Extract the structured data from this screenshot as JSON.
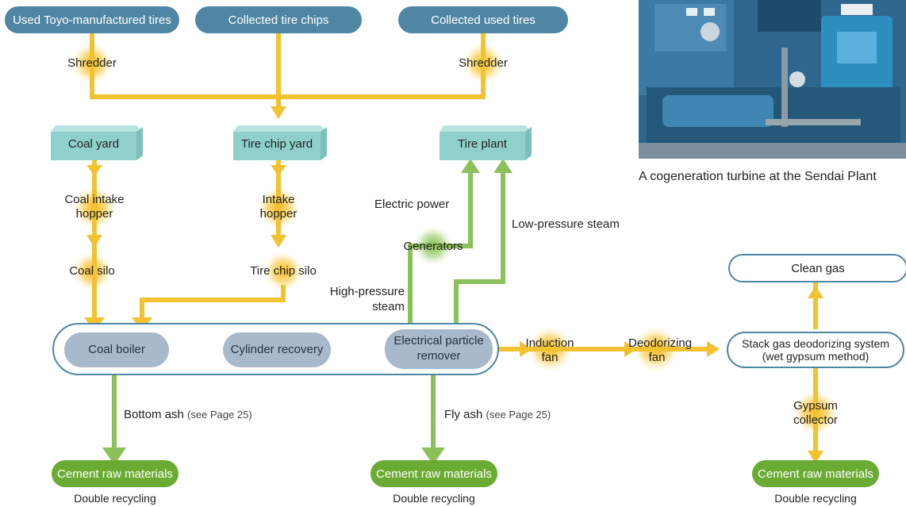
{
  "sources": {
    "used_toyo": "Used Toyo-manufactured tires",
    "collected_chips": "Collected tire chips",
    "collected_used": "Collected used tires"
  },
  "processes": {
    "shredder_left": "Shredder",
    "shredder_right": "Shredder",
    "coal_intake_hopper": "Coal intake hopper",
    "intake_hopper": "Intake hopper",
    "coal_silo": "Coal silo",
    "tire_chip_silo": "Tire chip silo",
    "generators": "Generators",
    "induction_fan": "Induction fan",
    "deodorizing_fan": "Deodorizing fan",
    "gypsum_collector": "Gypsum collector"
  },
  "yards": {
    "coal_yard": "Coal yard",
    "tire_chip_yard": "Tire chip yard",
    "tire_plant": "Tire plant"
  },
  "units": {
    "coal_boiler": "Coal boiler",
    "cylinder_recovery": "Cylinder recovery",
    "electrical_particle_remover": "Electrical particle remover"
  },
  "gas": {
    "stack_line1": "Stack gas deodorizing system",
    "stack_line2": "(wet gypsum method)",
    "clean_gas": "Clean gas"
  },
  "flows": {
    "electric_power": "Electric power",
    "low_pressure_steam": "Low-pressure steam",
    "high_pressure_steam": "High-pressure steam",
    "bottom_ash": "Bottom ash",
    "fly_ash": "Fly ash",
    "see_page": "(see Page 25)"
  },
  "outputs": {
    "cement": "Cement raw materials",
    "double_recycling": "Double recycling"
  },
  "photo_caption": "A cogeneration turbine at the Sendai Plant",
  "colors": {
    "blue": "#4f86a4",
    "yellow": "#f2c230",
    "green": "#8cc05a",
    "teal_box": "#8fd0cd",
    "inner_unit": "#a7b9cb",
    "cement_green": "#6aac33"
  }
}
